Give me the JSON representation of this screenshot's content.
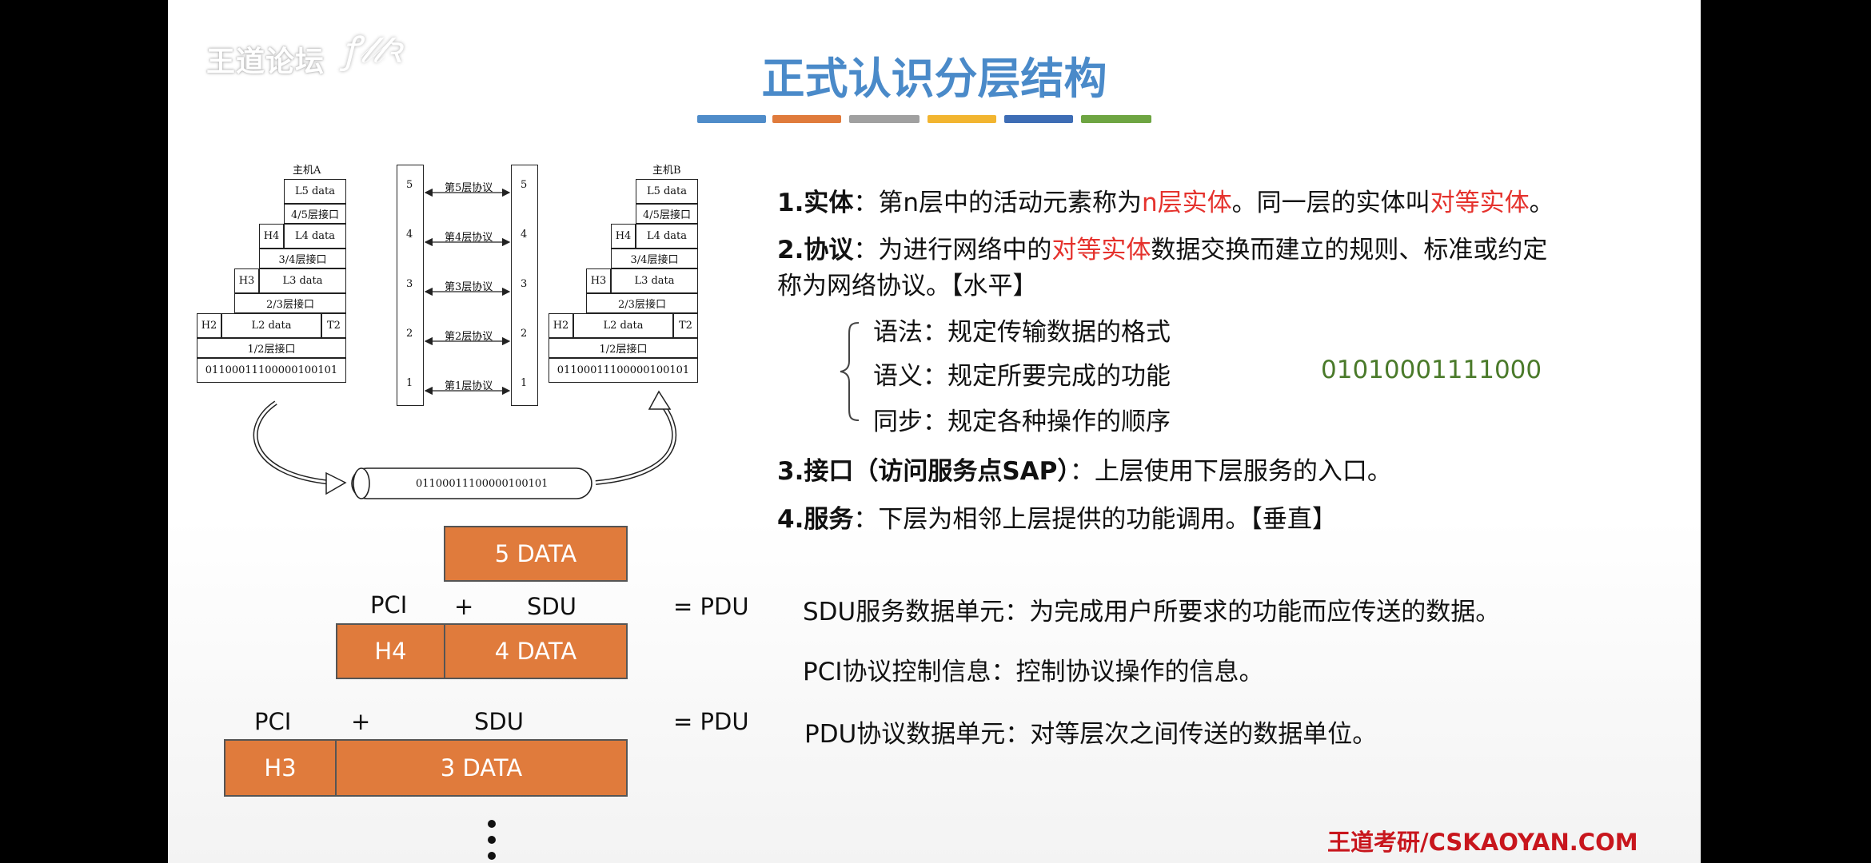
{
  "watermark": {
    "text": "王道论坛",
    "signature": "王道论坛 signature"
  },
  "title": "正式认识分层结构",
  "title_bar_colors": [
    "#4f8cc9",
    "#e07b3c",
    "#a0a0a0",
    "#f2b530",
    "#3e6db5",
    "#6ea542"
  ],
  "diagram": {
    "hostA": "主机A",
    "hostB": "主机B",
    "l5": "L5 data",
    "if45": "4/5层接口",
    "h4": "H4",
    "l4": "L4 data",
    "if34": "3/4层接口",
    "h3": "H3",
    "l3": "L3 data",
    "if23": "2/3层接口",
    "h2": "H2",
    "l2": "L2 data",
    "t2": "T2",
    "if12": "1/2层接口",
    "bits": "01100011100000100101",
    "protocols": [
      "第5层协议",
      "第4层协议",
      "第3层协议",
      "第2层协议",
      "第1层协议"
    ],
    "layer_nums": [
      "5",
      "4",
      "3",
      "2",
      "1"
    ],
    "arrow": "←————→"
  },
  "points": {
    "p1": {
      "num": "1.",
      "head": "实体",
      "colon": "：",
      "t1": "第n层中的活动元素称为",
      "r1": "n层实体",
      "t2": "。同一层的实体叫",
      "r2": "对等实体",
      "t3": "。"
    },
    "p2": {
      "num": "2.",
      "head": "协议",
      "colon": "：",
      "t1": "为进行网络中的",
      "r1": "对等实体",
      "t2": "数据交换而建立的规则、标准或约定",
      "line2": "称为网络协议。【水平】"
    },
    "sub": [
      {
        "text": "语法：规定传输数据的格式"
      },
      {
        "text": "语义：规定所要完成的功能"
      },
      {
        "text": "同步：规定各种操作的顺序"
      }
    ],
    "binary": "01010001111000",
    "p3": {
      "head": "3.接口（访问服务点SAP）",
      "rest": "：上层使用下层服务的入口。"
    },
    "p4": {
      "num": "4.",
      "head": "服务",
      "colon": "：",
      "rest": "下层为相邻上层提供的功能调用。【垂直】"
    }
  },
  "pdu": {
    "data5": "5 DATA",
    "pci": "PCI",
    "plus": "+",
    "sdu": "SDU",
    "eq_pdu": "= PDU",
    "h4": "H4",
    "data4": "4 DATA",
    "h3": "H3",
    "data3": "3 DATA",
    "box_color": "#e07b3c"
  },
  "definitions": [
    {
      "text": "SDU服务数据单元：为完成用户所要求的功能而应传送的数据。"
    },
    {
      "text": "PCI协议控制信息：控制协议操作的信息。"
    },
    {
      "text": "PDU协议数据单元：对等层次之间传送的数据单位。"
    }
  ],
  "footer": "王道考研/CSKAOYAN.COM"
}
